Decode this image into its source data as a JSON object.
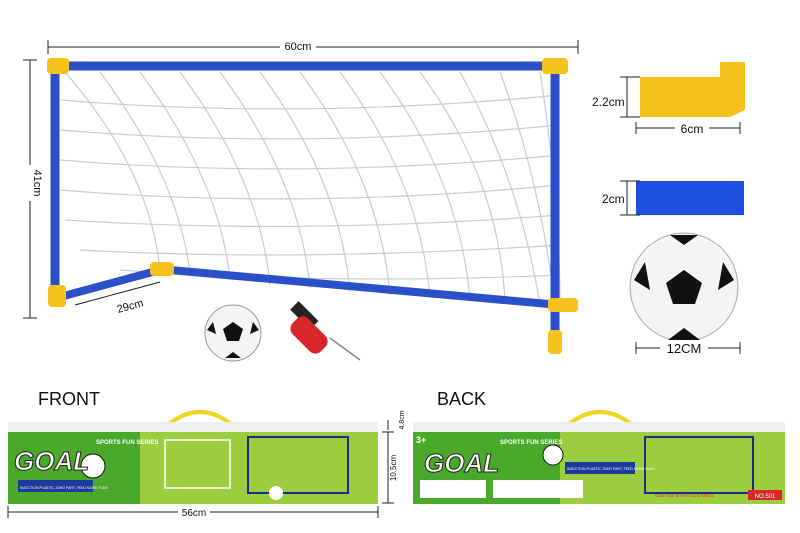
{
  "dimensions": {
    "goal_width": "60cm",
    "goal_height": "41cm",
    "goal_depth": "29cm",
    "joint_height": "2.2cm",
    "joint_length": "6cm",
    "tube_diameter": "2cm",
    "ball_diameter": "12CM",
    "box_length": "56cm",
    "box_height": "10.5cm",
    "box_depth": "4.8cm"
  },
  "labels": {
    "front": "FRONT",
    "back": "BACK"
  },
  "box": {
    "brand": "GOAL",
    "series": "SPORTS FUN SERIES",
    "tagline": "INJECTION PLASTIC JOINT PART, FEED MORE FUN!!",
    "age": "3+",
    "model": "NO.501",
    "size": "Goal Size 60cm×41cm×29cm"
  },
  "colors": {
    "frame": "#2a4fc9",
    "joint": "#f5c21b",
    "grass": "#4aa82a",
    "pump": "#d8262a"
  }
}
